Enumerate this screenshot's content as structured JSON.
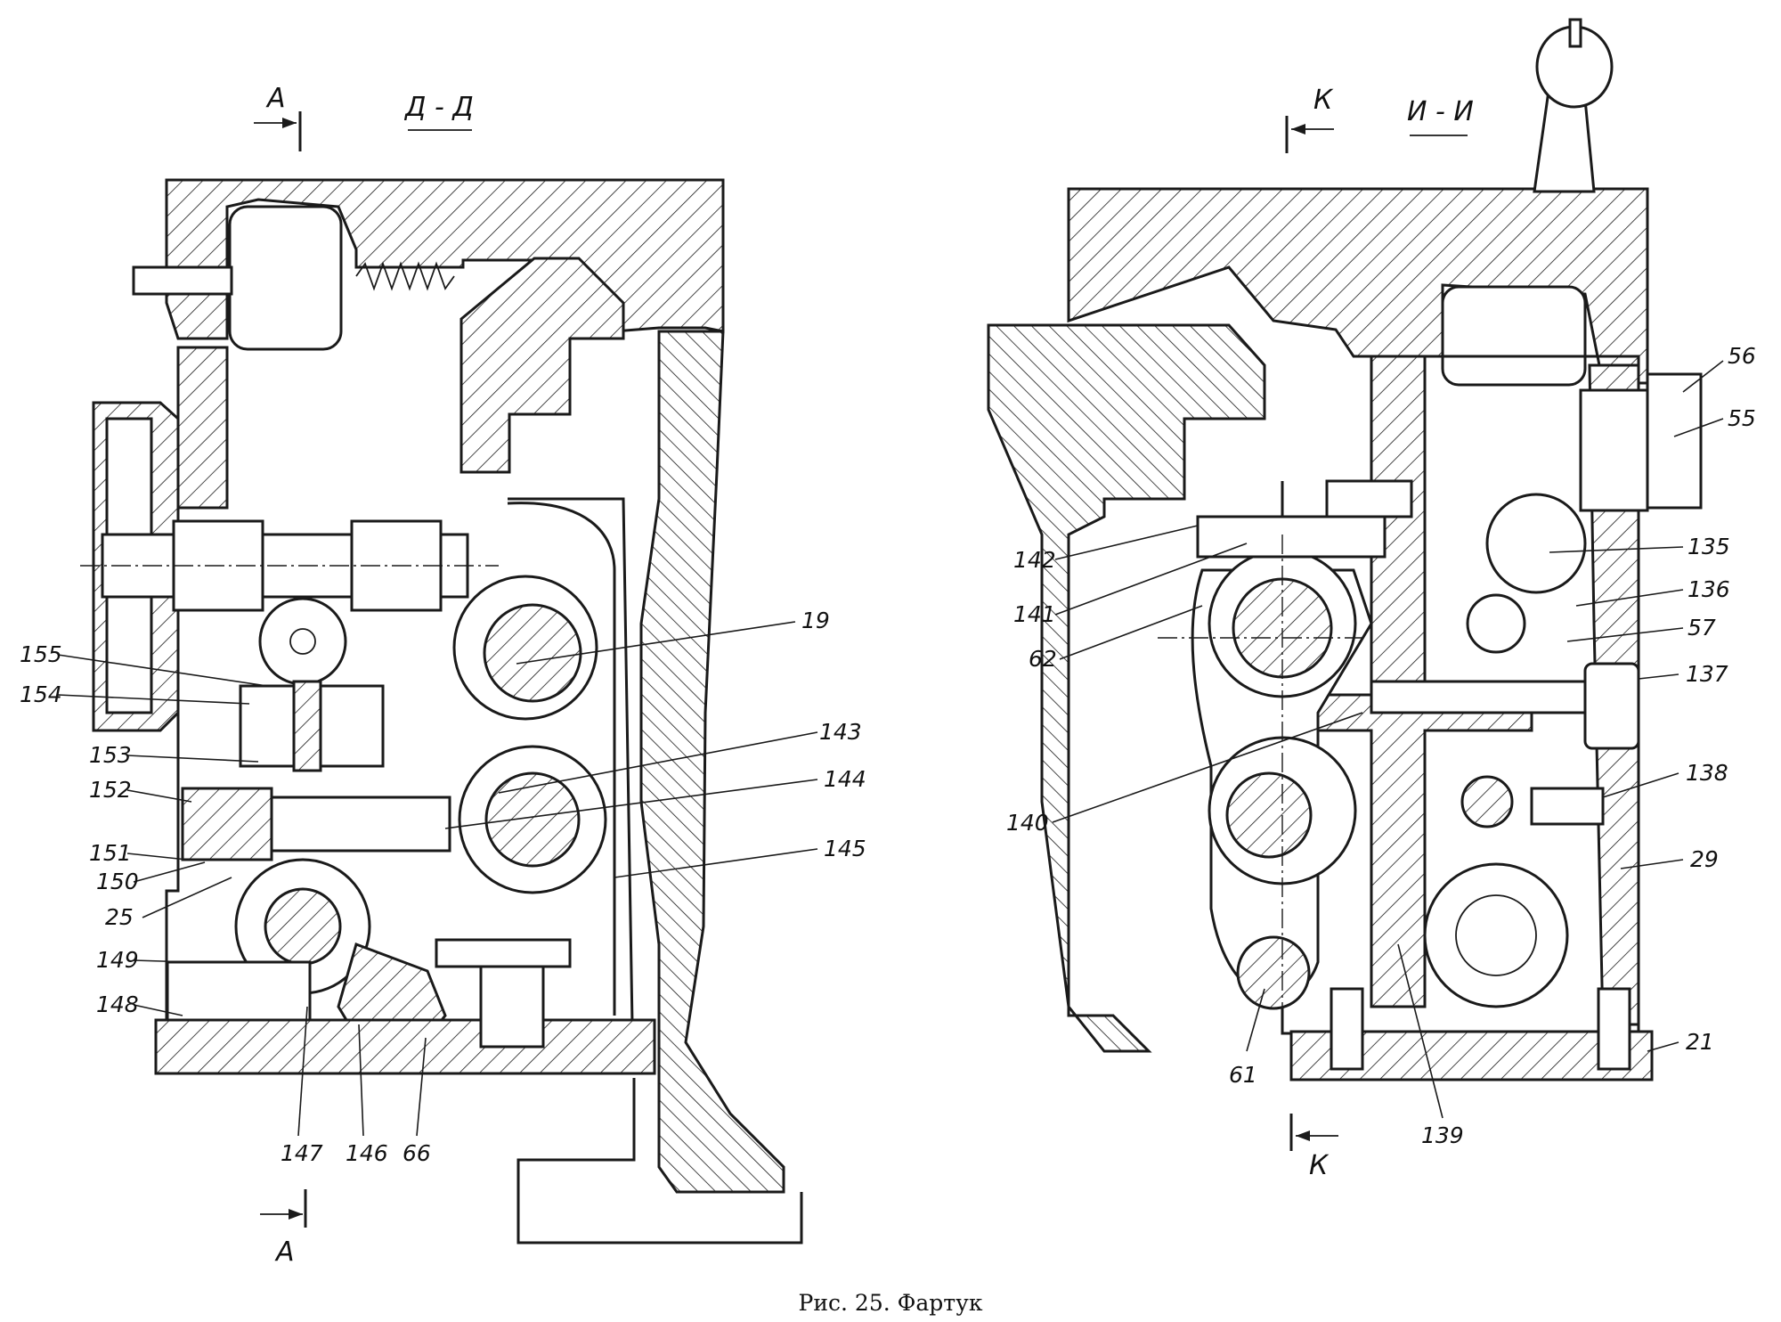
{
  "caption": "Рис. 25. Фартук",
  "left_view": {
    "title": "Д - Д",
    "section_marker_top": "А",
    "section_marker_bottom": "А",
    "callouts": [
      "19",
      "155",
      "154",
      "153",
      "143",
      "152",
      "144",
      "151",
      "145",
      "150",
      "25",
      "149",
      "148",
      "147",
      "146",
      "66"
    ]
  },
  "right_view": {
    "title": "И - И",
    "section_marker_top": "К",
    "section_marker_bottom": "К",
    "callouts": [
      "56",
      "55",
      "142",
      "135",
      "141",
      "136",
      "62",
      "57",
      "137",
      "140",
      "138",
      "29",
      "21",
      "61",
      "139"
    ]
  }
}
